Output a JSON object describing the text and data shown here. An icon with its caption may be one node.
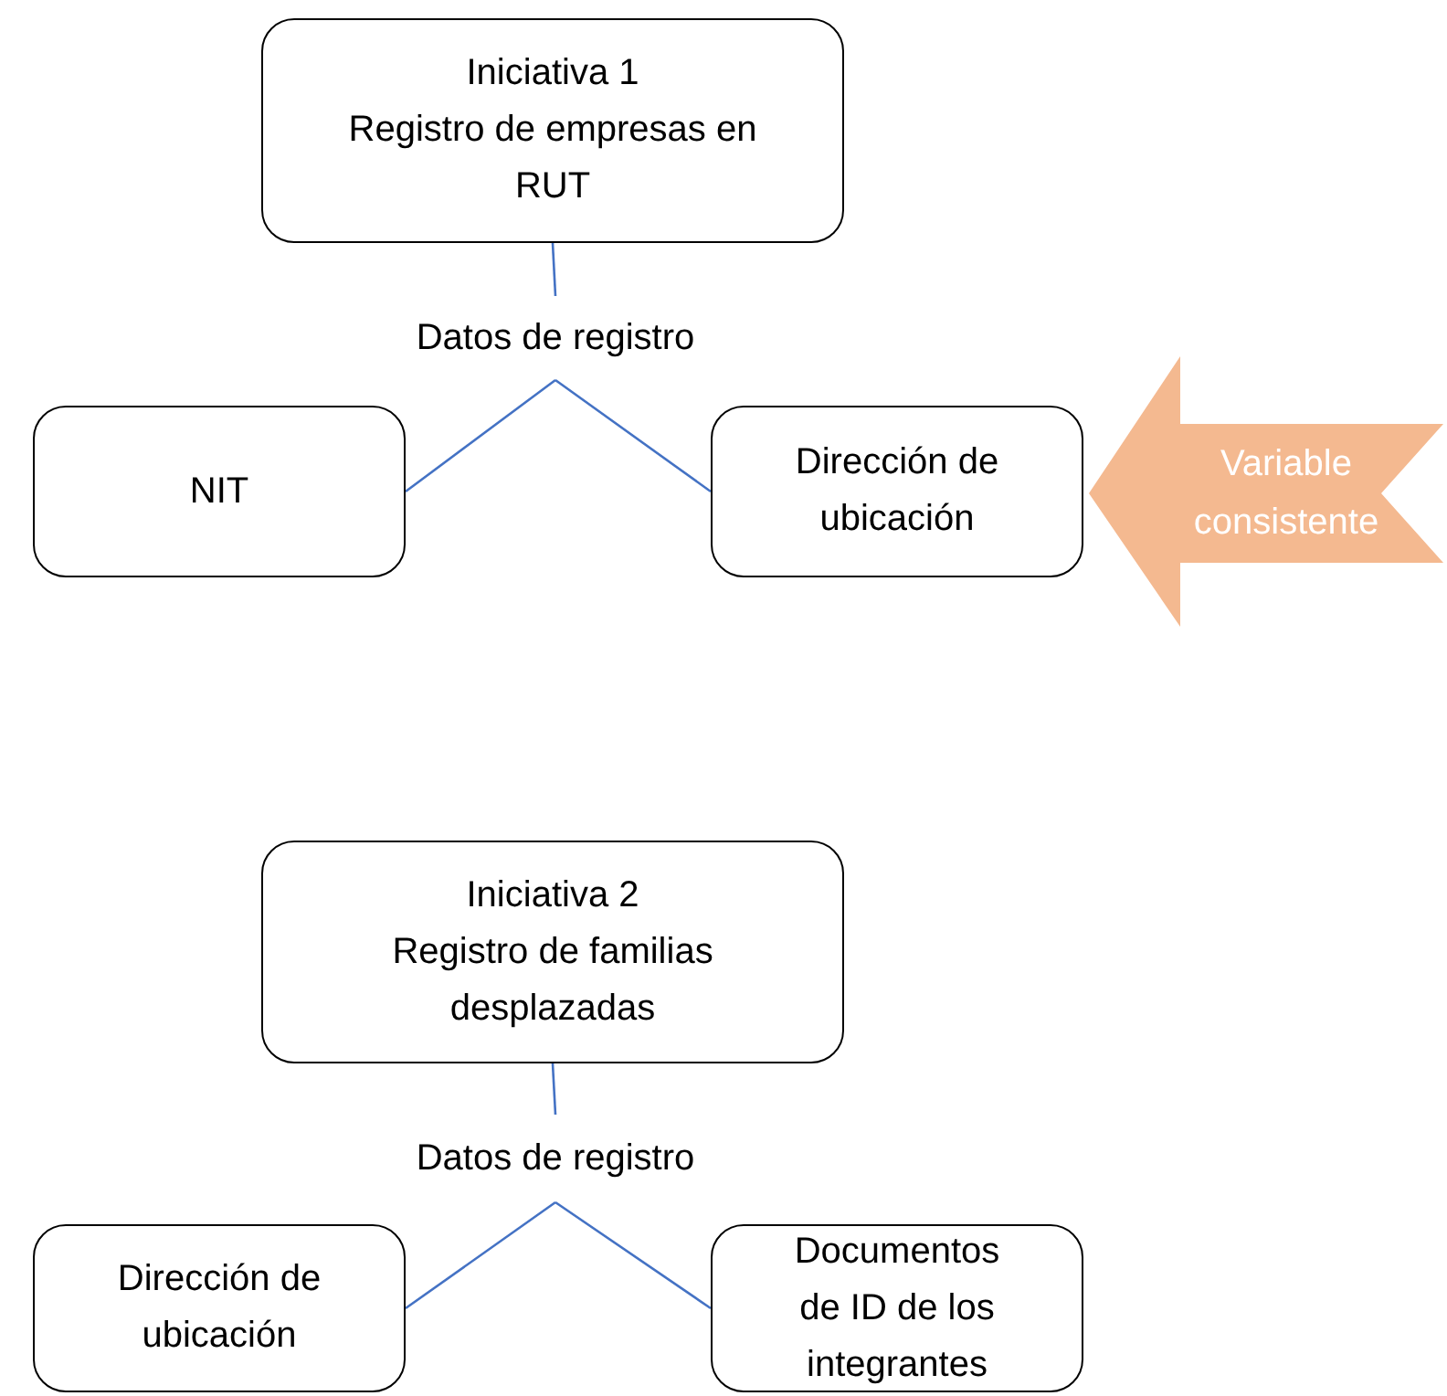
{
  "diagram": {
    "nodes": [
      {
        "text": [
          "Iniciativa 1",
          "Registro de empresas en RUT"
        ]
      },
      {
        "text": [
          "Datos de registro"
        ]
      },
      {
        "text": [
          "NIT"
        ]
      },
      {
        "text": [
          "Dirección de ubicación"
        ]
      },
      {
        "text": [
          "Variable consistente"
        ]
      },
      {
        "text": [
          "Iniciativa 2",
          "Registro de familias desplazadas"
        ]
      },
      {
        "text": [
          "Datos de registro"
        ]
      },
      {
        "text": [
          "Dirección de ubicación"
        ]
      },
      {
        "text": [
          "Documentos de ID de los integrantes"
        ]
      }
    ],
    "edges": [
      {
        "from": 0,
        "to": 1,
        "arrow": "none"
      },
      {
        "from": 1,
        "to": 2,
        "arrow": "none"
      },
      {
        "from": 1,
        "to": 3,
        "arrow": "none"
      },
      {
        "from": 5,
        "to": 6,
        "arrow": "none"
      },
      {
        "from": 6,
        "to": 7,
        "arrow": "none"
      },
      {
        "from": 6,
        "to": 8,
        "arrow": "none"
      }
    ]
  }
}
